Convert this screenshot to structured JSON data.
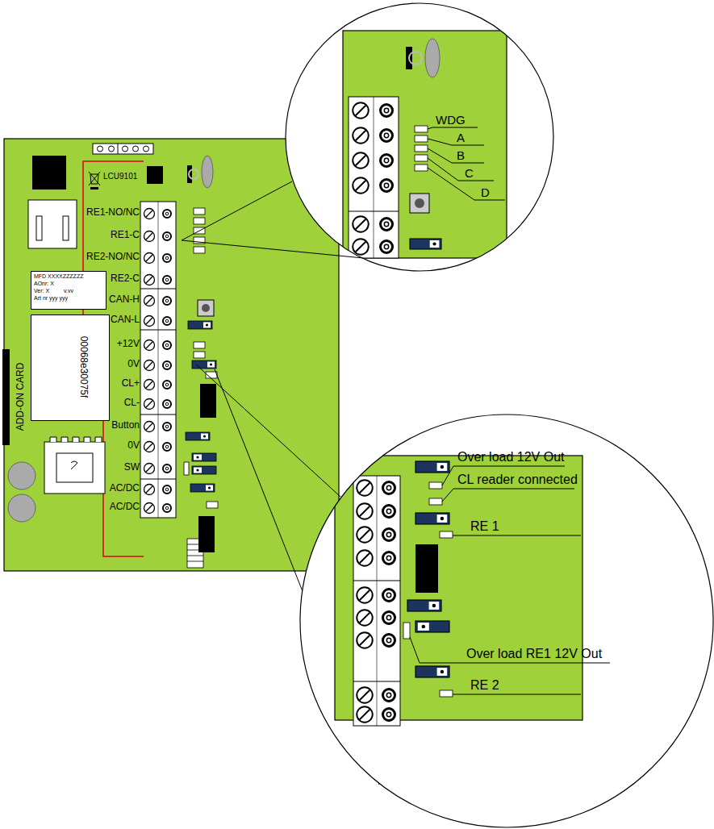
{
  "diagram": {
    "nodes": [
      {
        "text": [
          "MFD XXXXZZZZZZ",
          "AOnr: X",
          "Ver: X",
          "v.vv",
          "Art nr yyy yyy"
        ]
      },
      {
        "text": [
          "00068e30075f"
        ]
      }
    ],
    "labels": [
      "LCU9101",
      "RE1-NO/NC",
      "RE1-C",
      "RE2-NO/NC",
      "RE2-C",
      "CAN-H",
      "CAN-L",
      "+12V",
      "0V",
      "CL+",
      "CL-",
      "Button",
      "0V",
      "SW",
      "AC/DC",
      "AC/DC",
      "ADD-ON CARD",
      "WDG",
      "A",
      "B",
      "C",
      "D",
      "Over load 12V Out",
      "CL reader connected",
      "RE 1",
      "Over load RE1 12V Out",
      "RE 2"
    ]
  }
}
